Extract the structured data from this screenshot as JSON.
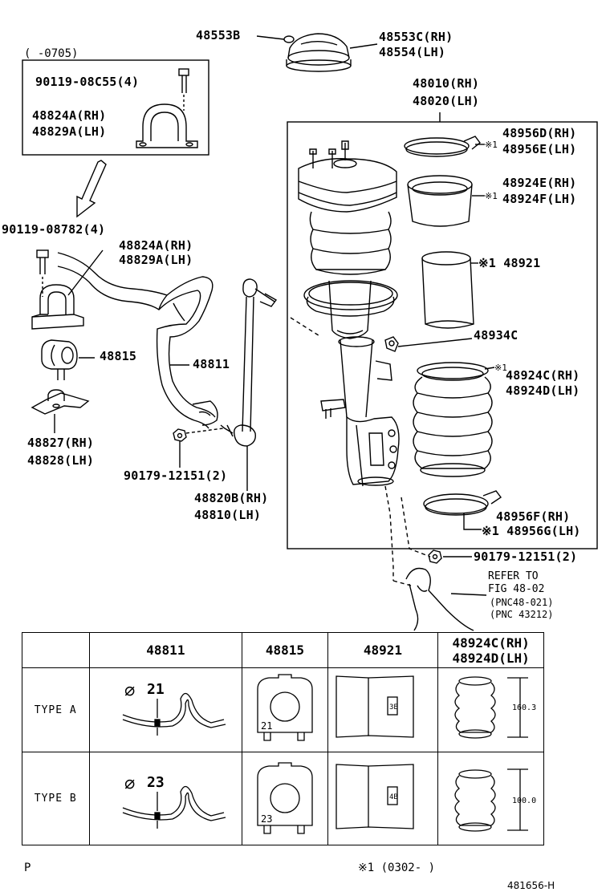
{
  "labels": {
    "p48553B": "48553B",
    "p48553C": "48553C(RH)",
    "p48554": "48554(LH)",
    "date_range": "(    -0705)",
    "inset_bolt": "90119-08C55(4)",
    "inset_bracket_rh": "48824A(RH)",
    "inset_bracket_lh": "48829A(LH)",
    "bolt_4": "90119-08782(4)",
    "bracket_rh": "48824A(RH)",
    "bracket_lh": "48829A(LH)",
    "bushing": "48815",
    "stab_bar": "48811",
    "bracket2_rh": "48827(RH)",
    "bracket2_lh": "48828(LH)",
    "nut_2": "90179-12151(2)",
    "link_rh": "48820B(RH)",
    "link_lh": "48810(LH)",
    "strut_rh": "48010(RH)",
    "strut_lh": "48020(LH)",
    "clamp_d": "48956D(RH)",
    "clamp_e": "48956E(LH)",
    "clamp_mark": "※1",
    "cover_e": "48924E(RH)",
    "cover_f": "48924F(LH)",
    "cover_mark": "※1",
    "boot_48921": "※1 48921",
    "clip": "48934C",
    "boot_c": "48924C(RH)",
    "boot_d": "48924D(LH)",
    "boot_mark": "※1",
    "clamp_f": "48956F(RH)",
    "clamp_g": "※1 48956G(LH)",
    "nut_2b": "90179-12151(2)",
    "refer1": "REFER TO",
    "refer2": "FIG 48-02",
    "refer3": "(PNC48-021)",
    "refer4": "(PNC 43212)"
  },
  "table": {
    "headers": [
      "48811",
      "48815",
      "48921",
      "48924C(RH)",
      "48924D(LH)"
    ],
    "rows": [
      {
        "type": "TYPE A",
        "dia": "21",
        "bush": "21",
        "tag": "3E",
        "len": "160.3"
      },
      {
        "type": "TYPE B",
        "dia": "23",
        "bush": "23",
        "tag": "4B",
        "len": "100.0"
      }
    ],
    "dia_symbol": "⌀"
  },
  "footer": {
    "left": "P",
    "note": "※1 (0302-      )",
    "code": "481656-H"
  }
}
